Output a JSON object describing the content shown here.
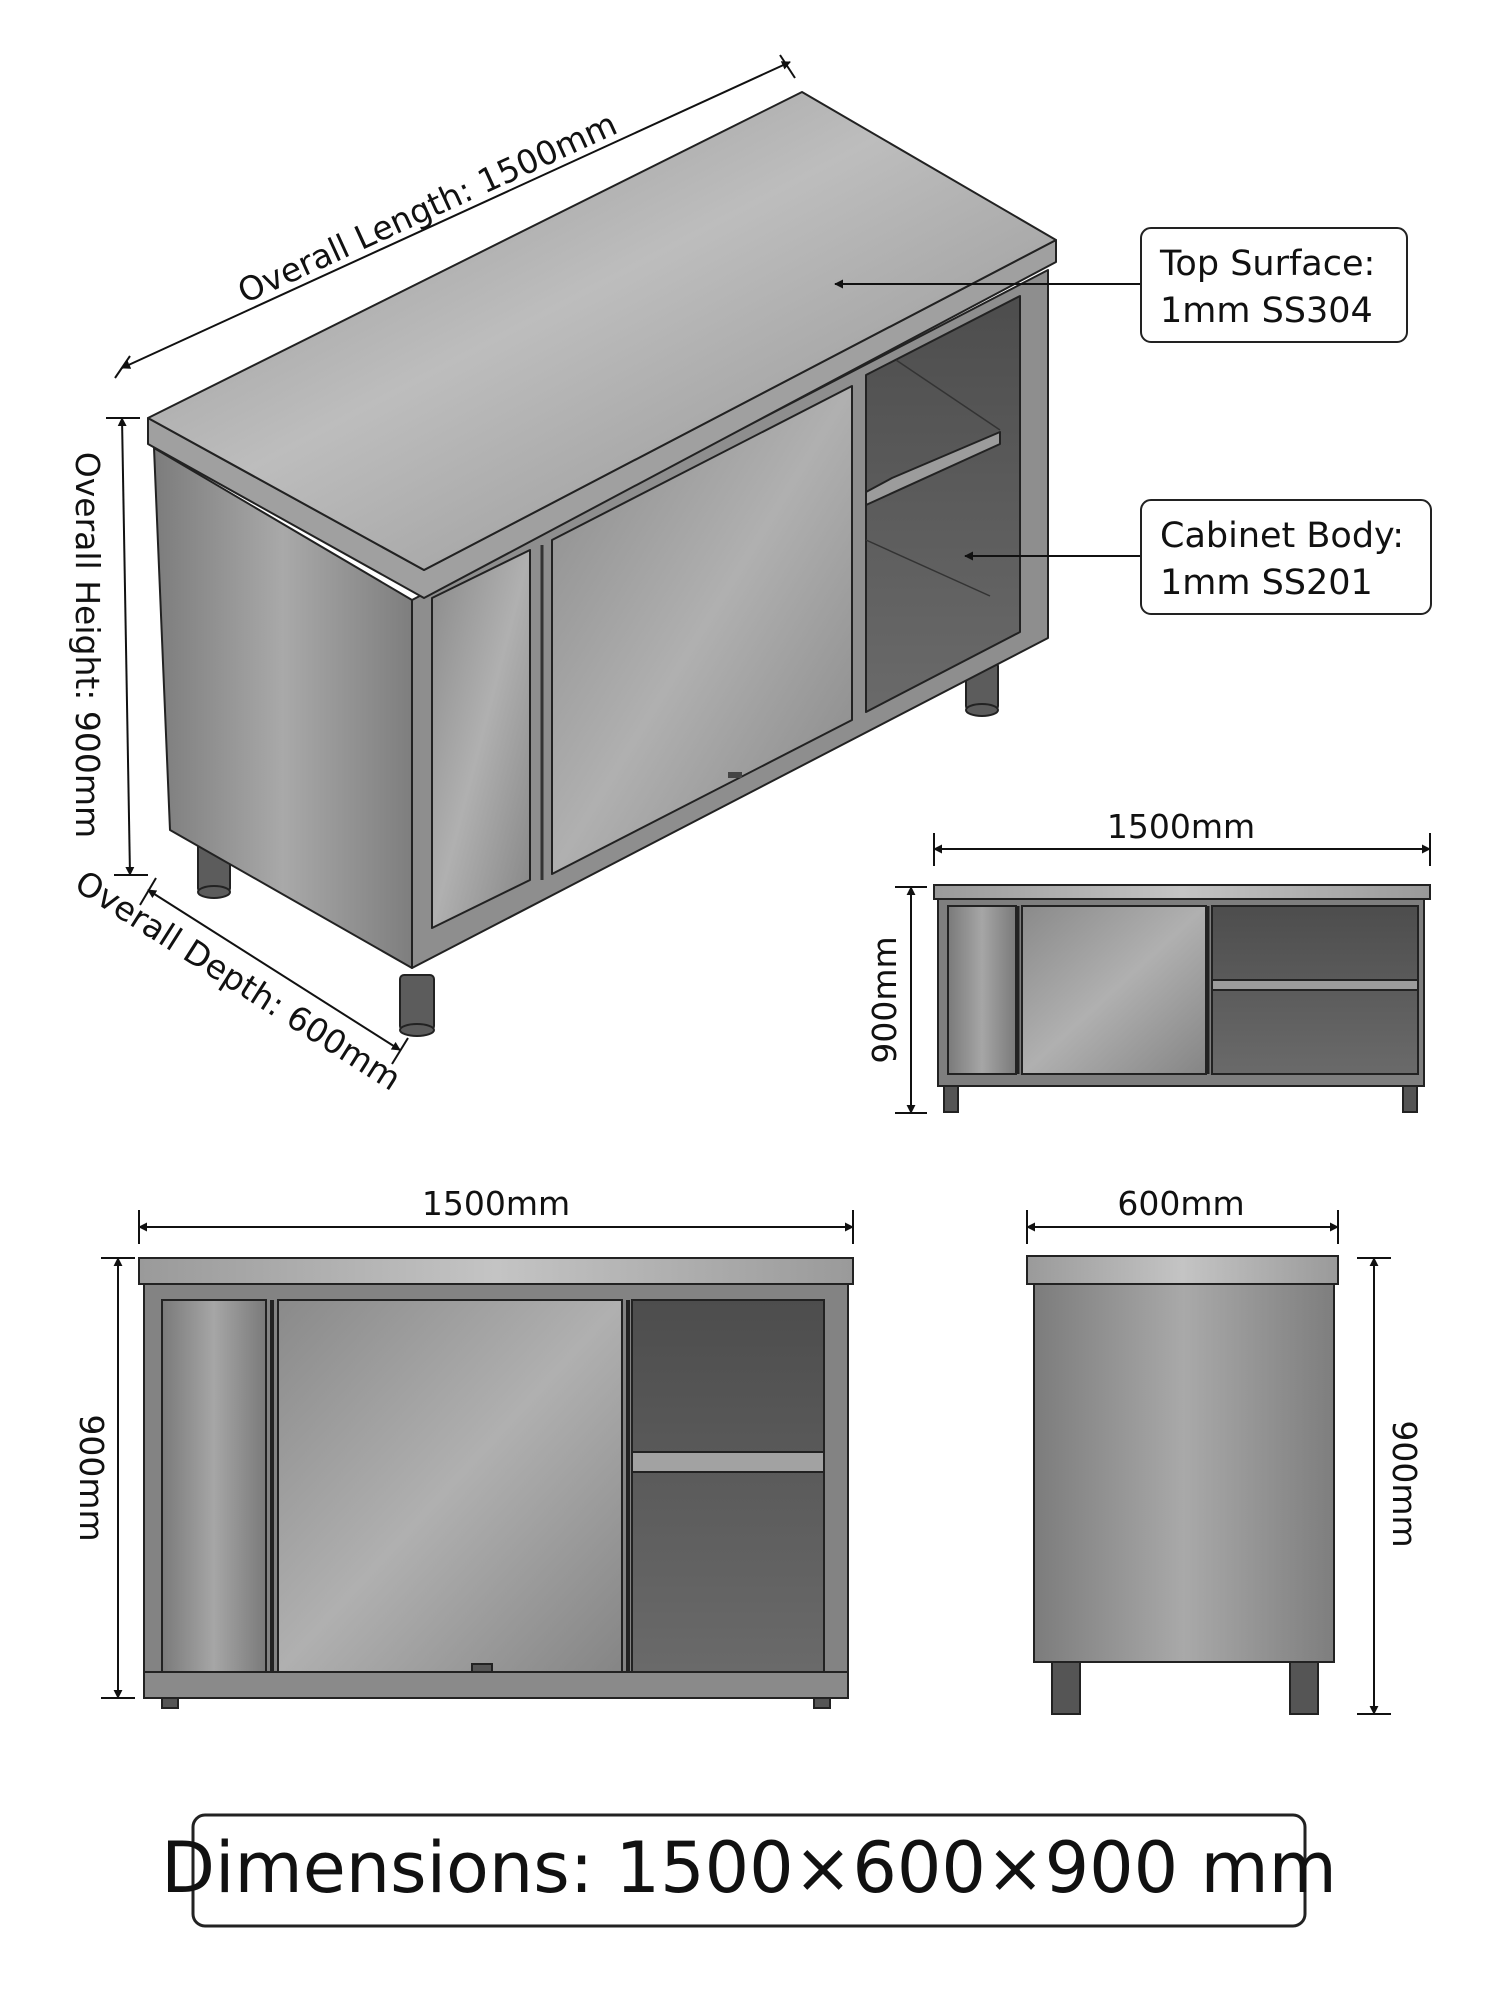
{
  "iso_view": {
    "length_label": "Overall Length: 1500mm",
    "height_label": "Overall Height: 900mm",
    "depth_label": "Overall Depth: 600mm"
  },
  "callouts": {
    "top_surface": {
      "line1": "Top Surface:",
      "line2": "1mm SS304"
    },
    "cabinet_body": {
      "line1": "Cabinet Body:",
      "line2": "1mm SS201"
    }
  },
  "small_front_view": {
    "width_label": "1500mm",
    "height_label": "900mm"
  },
  "front_view": {
    "width_label": "1500mm",
    "height_label": "900mm"
  },
  "side_view": {
    "width_label": "600mm",
    "height_label": "900mm"
  },
  "footer": {
    "dimensions_label": "Dimensions: 1500×600×900 mm"
  }
}
